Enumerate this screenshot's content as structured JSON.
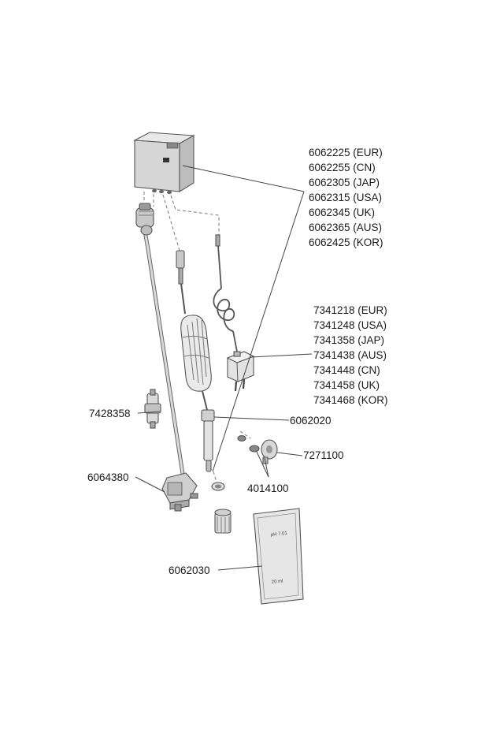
{
  "parts": {
    "controller": [
      "6062225 (EUR)",
      "6062255 (CN)",
      "6062305 (JAP)",
      "6062315 (USA)",
      "6062345 (UK)",
      "6062365 (AUS)",
      "6062425 (KOR)"
    ],
    "power_adapter": [
      "7341218 (EUR)",
      "7341248 (USA)",
      "7341358 (JAP)",
      "7341438 (AUS)",
      "7341448 (CN)",
      "7341458 (UK)",
      "7341468 (KOR)"
    ],
    "check_valve": "7428358",
    "ph_electrode": "6062020",
    "holder": "7271100",
    "suction_cups": "4014100",
    "solenoid_valve": "6064380",
    "calibration_solution": "6062030"
  },
  "sachet": {
    "line1": "pH 7.01",
    "line2": "20 ml"
  }
}
